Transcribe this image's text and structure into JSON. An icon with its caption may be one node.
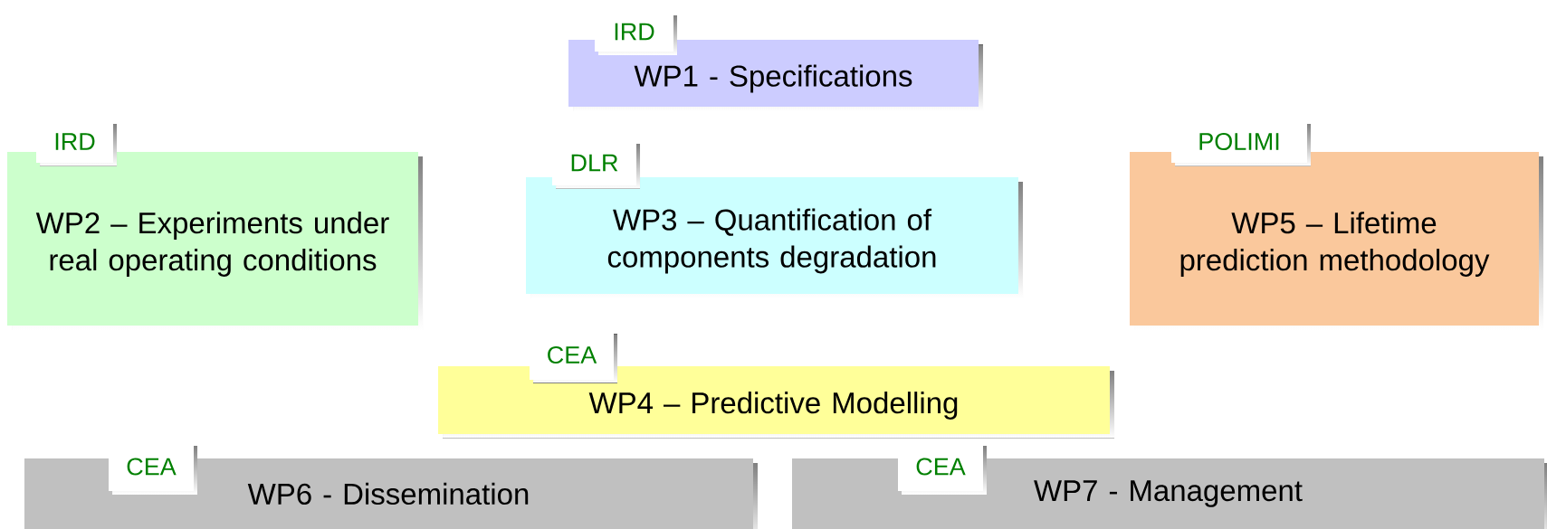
{
  "diagram": {
    "nodes": [
      {
        "text": [
          "IRD",
          "WP1 - Specifications"
        ]
      },
      {
        "text": [
          "IRD",
          "WP2 – Experiments under real operating conditions"
        ]
      },
      {
        "text": [
          "DLR",
          "WP3 – Quantification of components degradation"
        ]
      },
      {
        "text": [
          "POLIMI",
          "WP5 – Lifetime prediction methodology"
        ]
      },
      {
        "text": [
          "CEA",
          "WP4 – Predictive Modelling"
        ]
      },
      {
        "text": [
          "CEA",
          "WP6 - Dissemination"
        ]
      },
      {
        "text": [
          "CEA",
          "WP7 - Management"
        ]
      }
    ]
  }
}
